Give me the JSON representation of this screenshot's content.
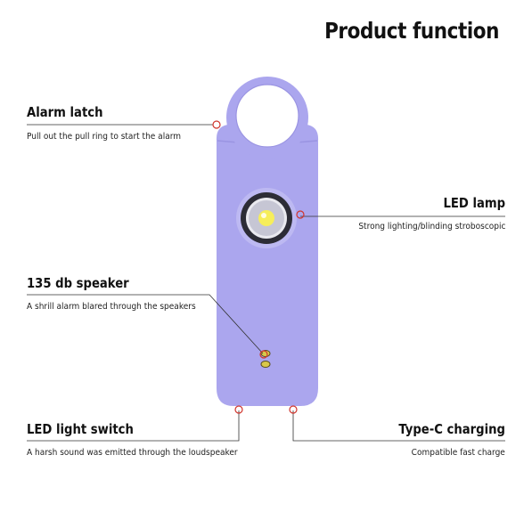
{
  "title": "Product function",
  "callouts": {
    "alarm_latch": {
      "heading": "Alarm latch",
      "description": "Pull out the pull ring to start the alarm"
    },
    "led_lamp": {
      "heading": "LED lamp",
      "description": "Strong lighting/blinding stroboscopic"
    },
    "speaker": {
      "heading": "135 db speaker",
      "description": "A shrill alarm blared through the speakers"
    },
    "led_switch": {
      "heading": "LED light switch",
      "description": "A harsh sound was emitted through the loudspeaker"
    },
    "type_c": {
      "heading": "Type-C charging",
      "description": "Compatible fast charge"
    }
  },
  "colors": {
    "device_body": "#ABA6EE",
    "device_shade": "#9A94E2",
    "marker": "#d0342c",
    "line": "#333333"
  }
}
